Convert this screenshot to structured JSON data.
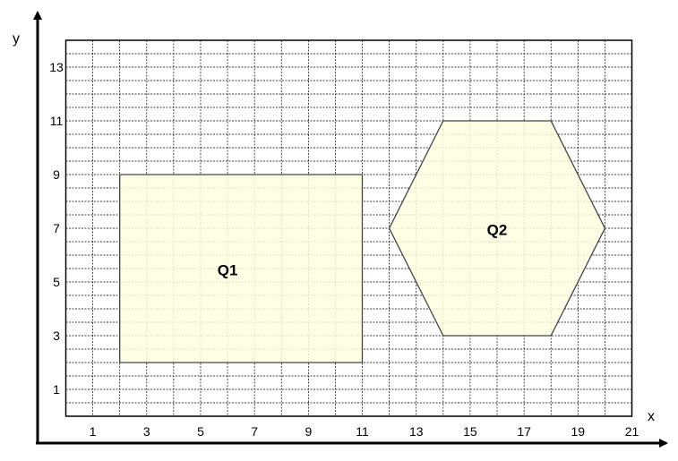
{
  "diagram": {
    "x_axis": {
      "label": "x",
      "min": 0,
      "max": 21,
      "tick_labels": [
        "1",
        "3",
        "5",
        "7",
        "9",
        "11",
        "13",
        "15",
        "17",
        "19",
        "21"
      ]
    },
    "y_axis": {
      "label": "y",
      "min": 0,
      "max": 14,
      "tick_labels": [
        "1",
        "3",
        "5",
        "7",
        "9",
        "11",
        "13"
      ]
    },
    "grid": true,
    "shapes": [
      {
        "label": "Q1",
        "type": "rectangle",
        "vertices": [
          [
            2,
            2
          ],
          [
            11,
            2
          ],
          [
            11,
            9
          ],
          [
            2,
            9
          ]
        ],
        "label_at": [
          6,
          5.4
        ]
      },
      {
        "label": "Q2",
        "type": "hexagon",
        "vertices": [
          [
            12,
            7
          ],
          [
            14,
            11
          ],
          [
            18,
            11
          ],
          [
            20,
            7
          ],
          [
            18,
            3
          ],
          [
            14,
            3
          ]
        ],
        "label_at": [
          16,
          6.9
        ]
      }
    ],
    "colors": {
      "fill": "#ffffe0",
      "grid": "#000000",
      "edge": "#444444"
    }
  }
}
